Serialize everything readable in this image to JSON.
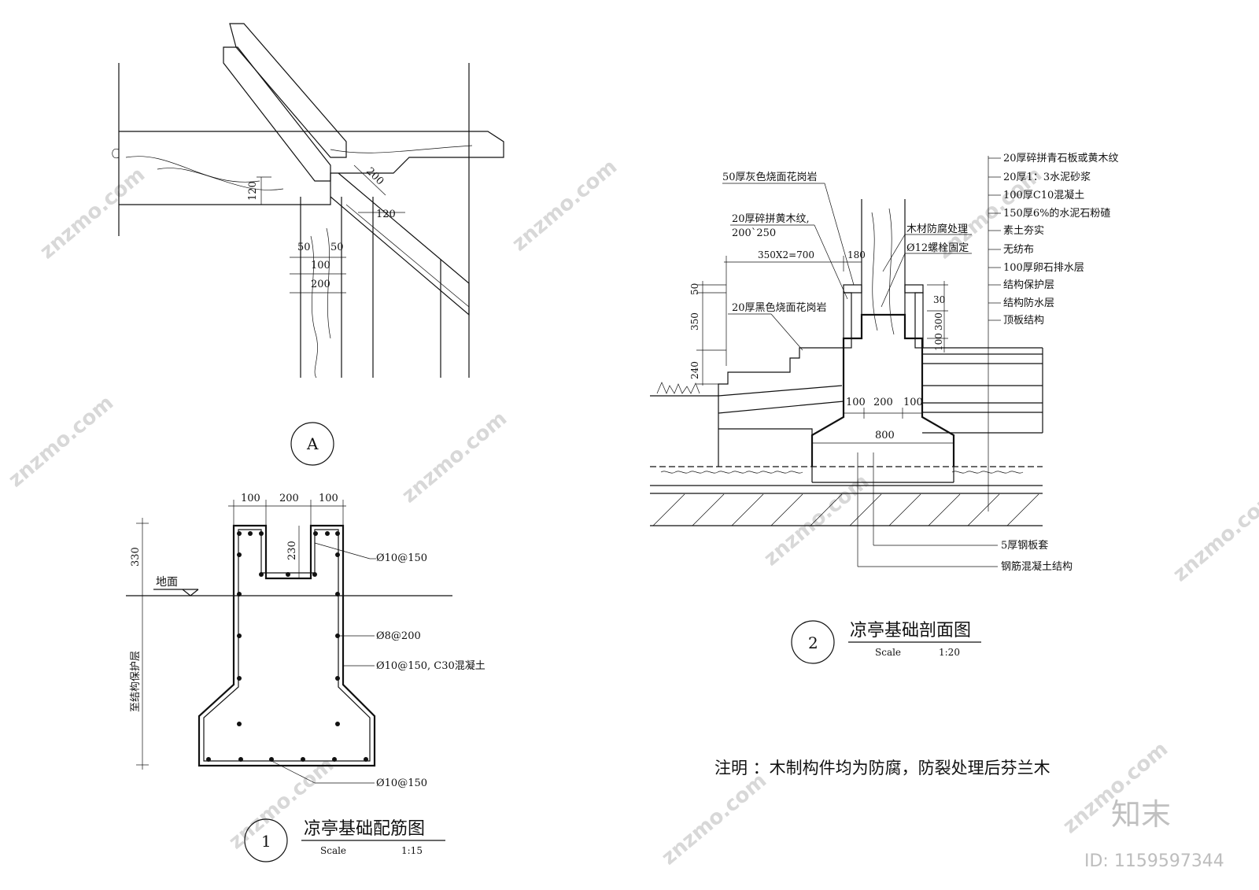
{
  "detail_a": {
    "dims": {
      "d120_left": "120",
      "d200_diag": "200",
      "d120_mid": "120",
      "d50_left": "50",
      "d50_right": "50",
      "d100": "100",
      "d200_bottom": "200"
    },
    "marker": "A"
  },
  "drawing_1": {
    "title": "凉亭基础配筋图",
    "number": "1",
    "scale_label": "Scale",
    "scale_value": "1:15",
    "dims": {
      "top_100_left": "100",
      "top_200": "200",
      "top_100_right": "100",
      "notch_230": "230",
      "left_330": "330"
    },
    "ground_label": "地面",
    "side_label": "至结构保护层",
    "callouts": [
      "Ø10@150",
      "Ø8@200",
      "Ø10@150, C30混凝土",
      "Ø10@150"
    ]
  },
  "drawing_2": {
    "title": "凉亭基础剖面图",
    "number": "2",
    "scale_label": "Scale",
    "scale_value": "1:20",
    "left_labels": {
      "granite_gray": "50厚灰色烧面花岗岩",
      "wood_pattern_1": "20厚碎拼黄木纹,",
      "wood_pattern_2": "200`250",
      "granite_black": "20厚黑色烧面花岗岩"
    },
    "mid_labels": {
      "anticorrosion": "木材防腐处理",
      "bolt": "Ø12螺栓固定"
    },
    "dims": {
      "d350x2": "350X2=700",
      "d180": "180",
      "d50": "50",
      "d350": "350",
      "d240": "240",
      "d30": "30",
      "d300": "300",
      "d100v": "100",
      "b100_left": "100",
      "b200": "200",
      "b100_right": "100",
      "b800": "800"
    },
    "layers": [
      "20厚碎拼青石板或黄木纹",
      "20厚1：3水泥砂浆",
      "100厚C10混凝土",
      "150厚6%的水泥石粉碴",
      "素土夯实",
      "无纺布",
      "100厚卵石排水层",
      "结构保护层",
      "结构防水层",
      "顶板结构"
    ],
    "bottom_labels": {
      "steel_sleeve": "5厚钢板套",
      "rc_structure": "钢筋混凝土结构"
    }
  },
  "note": "注明 ：木制构件均为防腐，防裂处理后芬兰木",
  "brand": {
    "logo_text": "知末",
    "id_text": "ID: 1159597344"
  },
  "watermark_text": "znzmo.com"
}
